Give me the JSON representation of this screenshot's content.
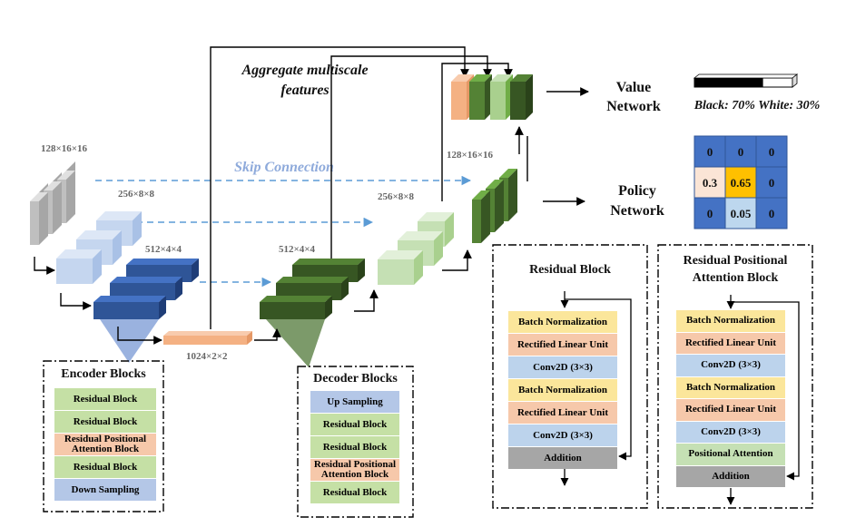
{
  "labels": {
    "aggregate_line1": "Aggregate multiscale",
    "aggregate_line2": "features",
    "skip_connection": "Skip Connection",
    "dim_128": "128×16×16",
    "dim_256": "256×8×8",
    "dim_512": "512×4×4",
    "dim_1024": "1024×2×2",
    "dec_512": "512×4×4",
    "dec_256": "256×8×8",
    "dec_128": "128×16×16",
    "value_network_1": "Value",
    "value_network_2": "Network",
    "policy_network_1": "Policy",
    "policy_network_2": "Network",
    "value_legend": "Black: 70% White: 30%"
  },
  "value_bar": {
    "black_fraction": 0.7
  },
  "policy_grid": [
    [
      "0",
      "0",
      "0"
    ],
    [
      "0.3",
      "0.65",
      "0"
    ],
    [
      "0",
      "0.05",
      "0"
    ]
  ],
  "encoder_box": {
    "title": "Encoder Blocks",
    "items": [
      "Residual Block",
      "Residual Block",
      "Residual Positional Attention Block",
      "Residual Block",
      "Down Sampling"
    ]
  },
  "decoder_box": {
    "title": "Decoder Blocks",
    "items": [
      "Up Sampling",
      "Residual Block",
      "Residual Block",
      "Residual Positional Attention Block",
      "Residual Block"
    ]
  },
  "residual_box": {
    "title": "Residual Block",
    "items": [
      "Batch Normalization",
      "Rectified Linear Unit",
      "Conv2D (3×3)",
      "Batch Normalization",
      "Rectified Linear Unit",
      "Conv2D (3×3)",
      "Addition"
    ]
  },
  "rpa_box": {
    "title_line1": "Residual Positional",
    "title_line2": "Attention Block",
    "items": [
      "Batch Normalization",
      "Rectified Linear Unit",
      "Conv2D (3×3)",
      "Batch Normalization",
      "Rectified Linear Unit",
      "Conv2D (3×3)",
      "Positional Attention",
      "Addition"
    ]
  }
}
